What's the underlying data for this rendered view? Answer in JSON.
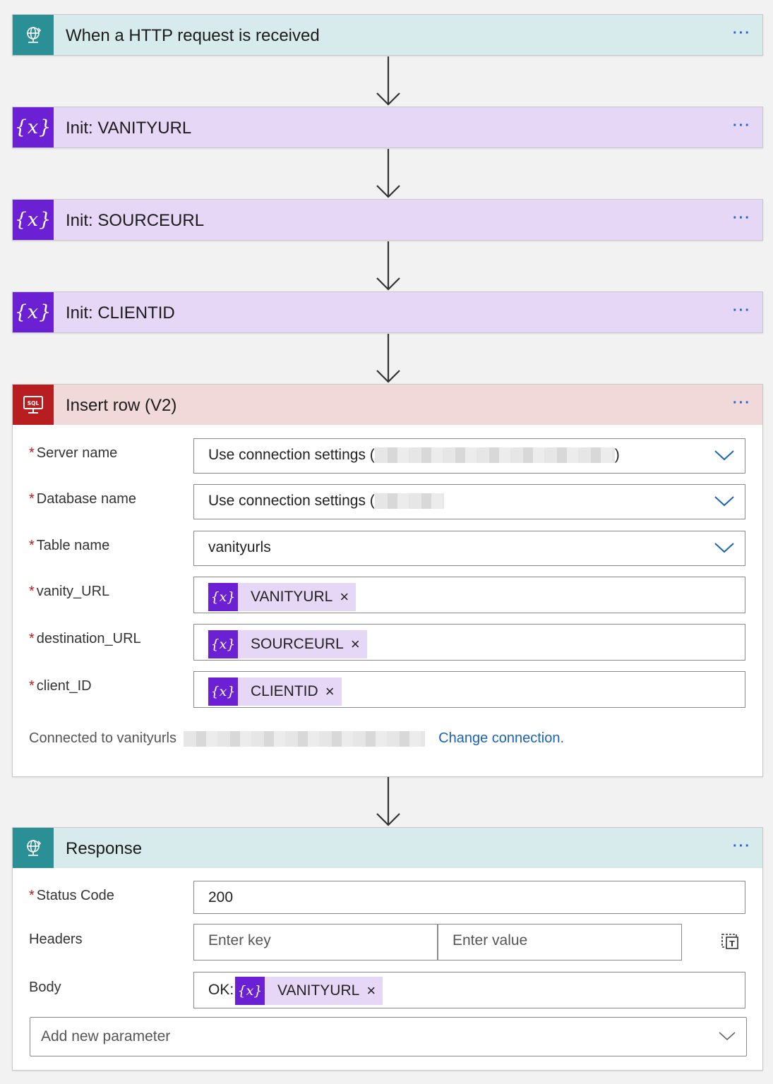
{
  "steps": {
    "http_request": {
      "title": "When a HTTP request is received"
    },
    "init_vanity": {
      "title": "Init: VANITYURL"
    },
    "init_source": {
      "title": "Init: SOURCEURL"
    },
    "init_client": {
      "title": "Init: CLIENTID"
    },
    "insert_row": {
      "title": "Insert row (V2)",
      "fields": {
        "server_name": {
          "label": "Server name",
          "value": "Use connection settings (",
          "close": ")"
        },
        "database_name": {
          "label": "Database name",
          "value": "Use connection settings ("
        },
        "table_name": {
          "label": "Table name",
          "value": "vanityurls"
        },
        "vanity_url": {
          "label": "vanity_URL",
          "token": "VANITYURL"
        },
        "destination_url": {
          "label": "destination_URL",
          "token": "SOURCEURL"
        },
        "client_id": {
          "label": "client_ID",
          "token": "CLIENTID"
        }
      },
      "connected_text": "Connected to vanityurls",
      "change_connection": "Change connection."
    },
    "response": {
      "title": "Response",
      "status_code": {
        "label": "Status Code",
        "value": "200"
      },
      "headers": {
        "label": "Headers",
        "key_placeholder": "Enter key",
        "value_placeholder": "Enter value"
      },
      "body": {
        "label": "Body",
        "prefix": "OK:",
        "token": "VANITYURL"
      },
      "add_parameter": "Add new parameter"
    }
  },
  "common": {
    "more": "···",
    "required_mark": "*",
    "token_remove": "×",
    "var_glyph": "{x}"
  },
  "colors": {
    "http": "#2b8f96",
    "variable": "#6b21d3",
    "sql": "#b81d20",
    "http_header": "#d7ebed",
    "variable_header": "#e6d7f6",
    "sql_header": "#f1d9d9",
    "link": "#1a62b7"
  }
}
